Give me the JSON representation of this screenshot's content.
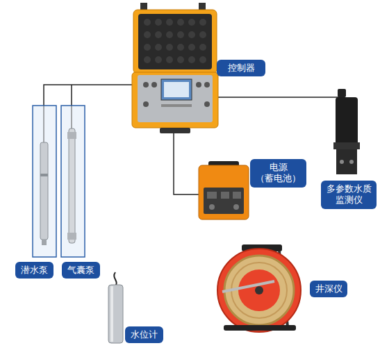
{
  "diagram": {
    "nodes": [
      {
        "text": [
          "控制器"
        ]
      },
      {
        "text": [
          "电源 （蓄电池）"
        ]
      },
      {
        "text": [
          "多参数水质 监测仪"
        ]
      },
      {
        "text": [
          "潜水泵"
        ]
      },
      {
        "text": [
          "气囊泵"
        ]
      },
      {
        "text": [
          "水位计"
        ]
      },
      {
        "text": [
          "井深仪"
        ]
      }
    ]
  }
}
